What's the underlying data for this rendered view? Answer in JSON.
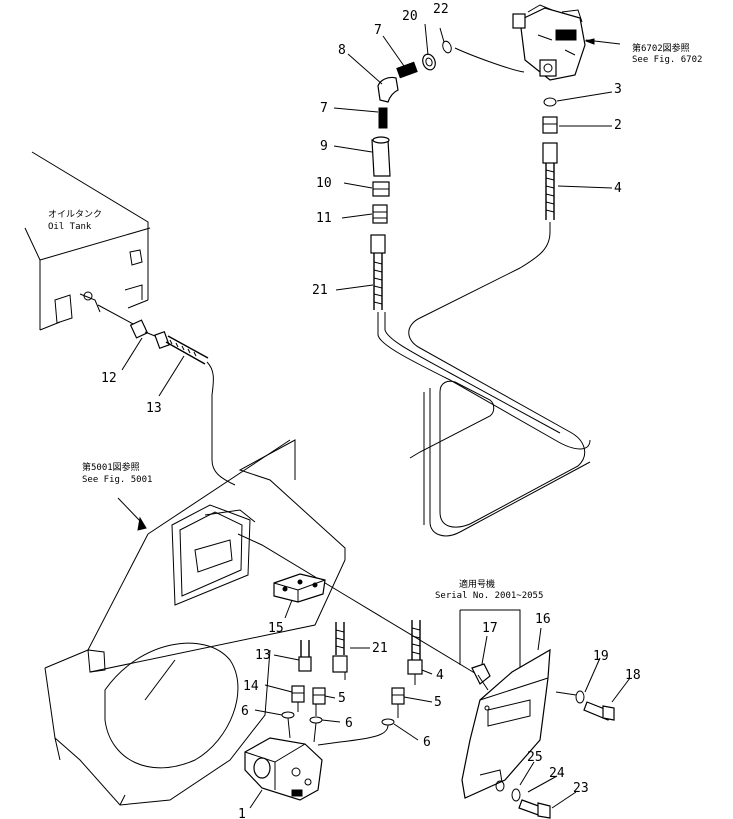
{
  "labels": {
    "p1": "1",
    "p2": "2",
    "p3": "3",
    "p4a": "4",
    "p4b": "4",
    "p5a": "5",
    "p5b": "5",
    "p6a": "6",
    "p6b": "6",
    "p6c": "6",
    "p7a": "7",
    "p7b": "7",
    "p8": "8",
    "p9": "9",
    "p10": "10",
    "p11": "11",
    "p12": "12",
    "p13a": "13",
    "p13b": "13",
    "p14": "14",
    "p15": "15",
    "p16": "16",
    "p17": "17",
    "p18": "18",
    "p19": "19",
    "p20": "20",
    "p21a": "21",
    "p21b": "21",
    "p22": "22",
    "p23": "23",
    "p24": "24",
    "p25": "25"
  },
  "notes": {
    "fig6702_jp": "第6702図参照",
    "fig6702_en": "See Fig. 6702",
    "fig5001_jp": "第5001図参照",
    "fig5001_en": "See Fig. 5001",
    "oiltank_jp": "オイルタンク",
    "oiltank_en": "Oil Tank",
    "serial_jp": "適用号機",
    "serial_en": "Serial No. 2001~2055"
  }
}
